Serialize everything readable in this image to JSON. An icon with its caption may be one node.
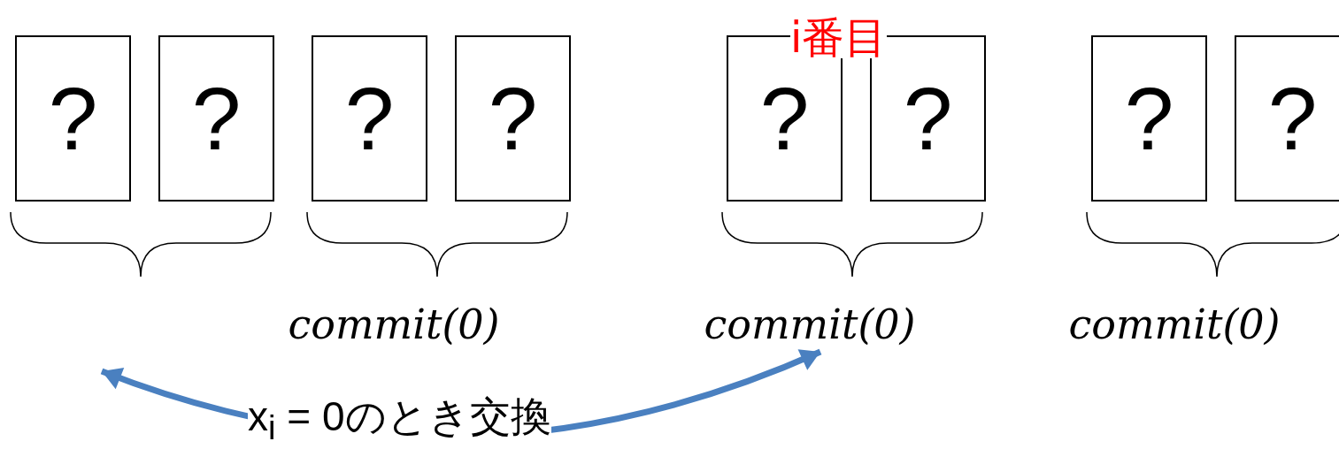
{
  "diagram": {
    "nodes": [
      {
        "text": [
          "?"
        ]
      },
      {
        "text": [
          "?"
        ]
      },
      {
        "text": [
          "?"
        ]
      },
      {
        "text": [
          "?"
        ]
      },
      {
        "text": [
          "?"
        ]
      },
      {
        "text": [
          "?"
        ]
      },
      {
        "text": [
          "?"
        ]
      },
      {
        "text": [
          "?"
        ]
      },
      {
        "text": [
          "commit(0)"
        ]
      },
      {
        "text": [
          "commit(0)"
        ]
      },
      {
        "text": [
          "commit(0)"
        ]
      }
    ],
    "edges": [
      {
        "from": null,
        "to": 9,
        "arrow": "both",
        "label": "x$_{i}$ = 0のとき交換"
      }
    ],
    "labels": [
      "i番目"
    ]
  }
}
